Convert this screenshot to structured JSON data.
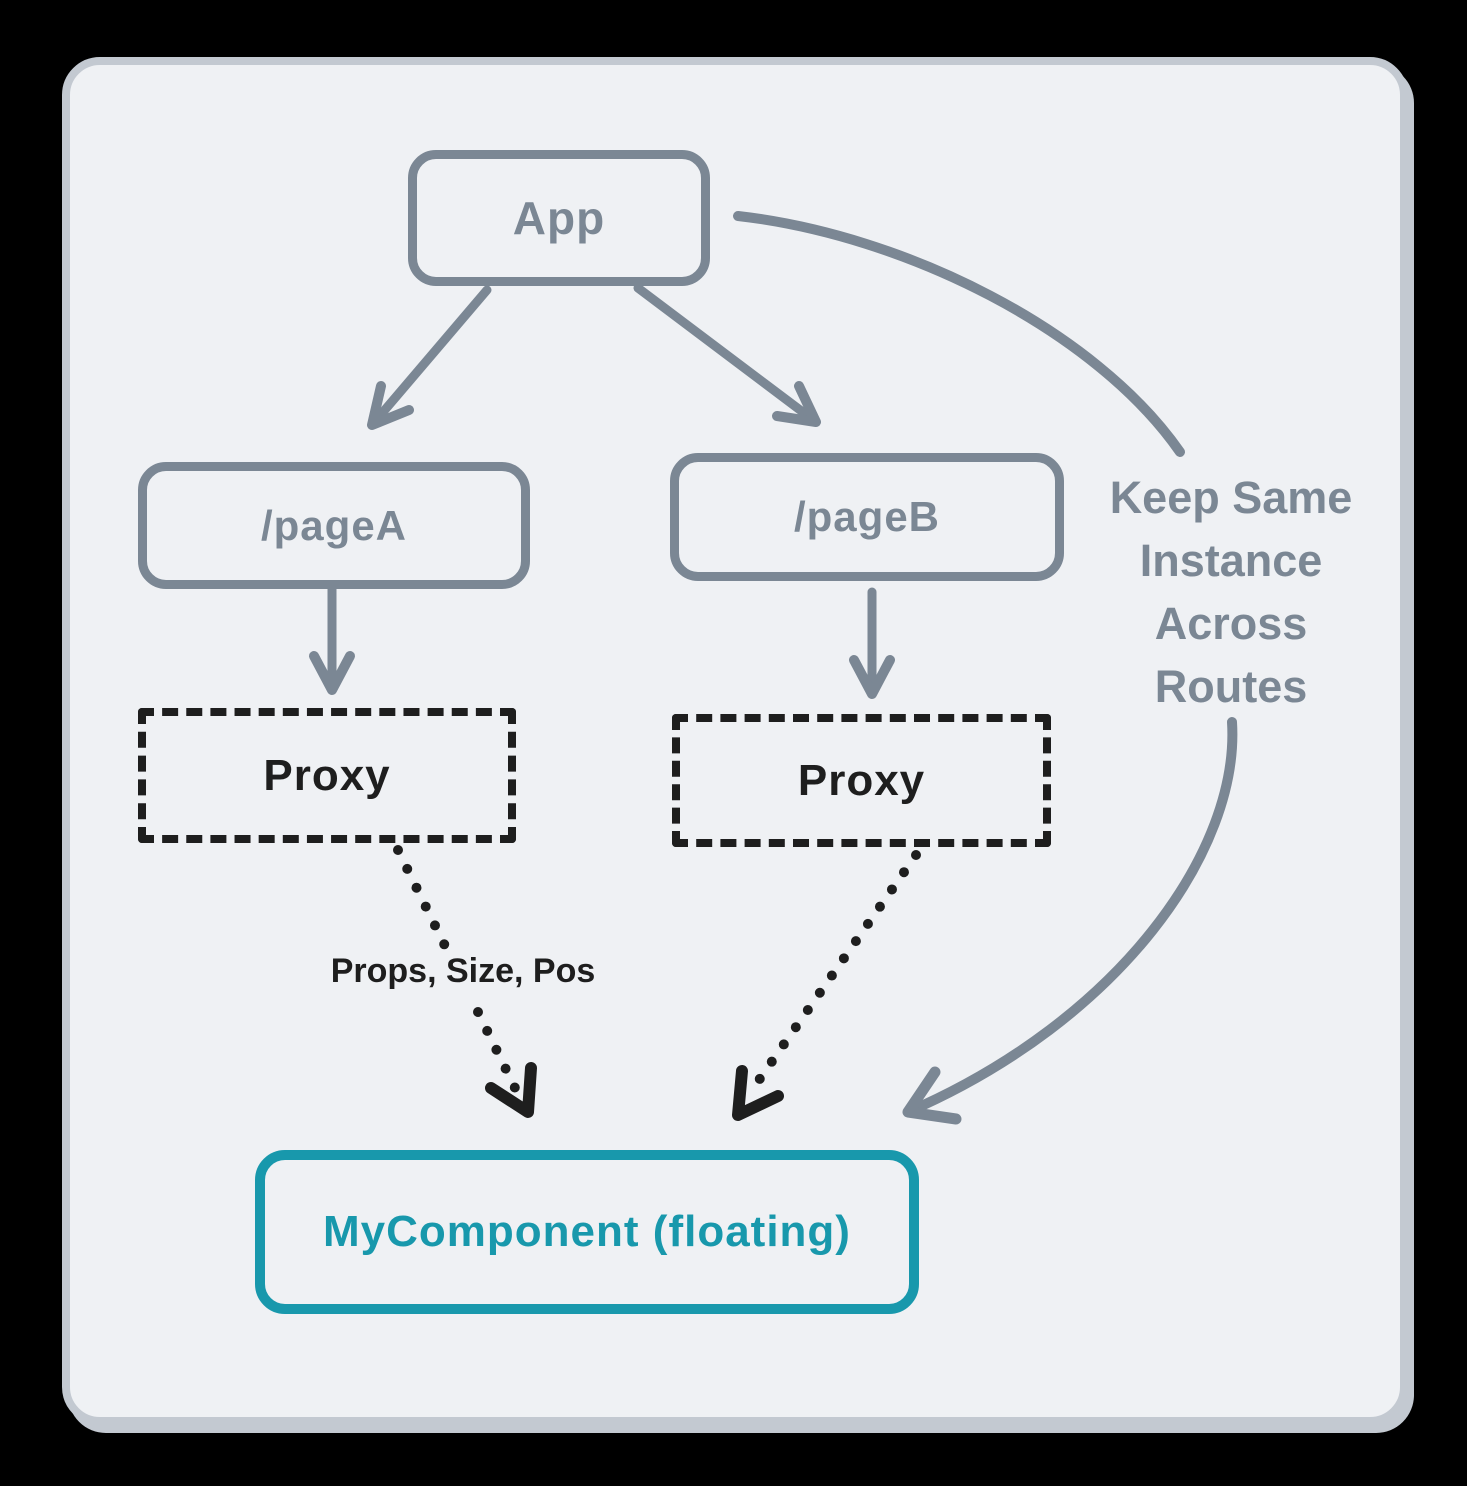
{
  "diagram": {
    "nodes": {
      "app": {
        "label": "App",
        "style": "solid-slate"
      },
      "page_a": {
        "label": "/pageA",
        "style": "solid-slate"
      },
      "page_b": {
        "label": "/pageB",
        "style": "solid-slate"
      },
      "proxy_a": {
        "label": "Proxy",
        "style": "dashed-black"
      },
      "proxy_b": {
        "label": "Proxy",
        "style": "dashed-black"
      },
      "my_component": {
        "label": "MyComponent (floating)",
        "style": "solid-teal"
      }
    },
    "edges": [
      {
        "from": "App",
        "to": "/pageA",
        "style": "solid-arrow"
      },
      {
        "from": "App",
        "to": "/pageB",
        "style": "solid-arrow"
      },
      {
        "from": "/pageA",
        "to": "Proxy (left)",
        "style": "solid-arrow"
      },
      {
        "from": "/pageB",
        "to": "Proxy (right)",
        "style": "solid-arrow"
      },
      {
        "from": "Proxy (left)",
        "to": "MyComponent (floating)",
        "style": "dotted-arrow",
        "label": "Props, Size, Pos"
      },
      {
        "from": "Proxy (right)",
        "to": "MyComponent (floating)",
        "style": "dotted-arrow"
      },
      {
        "from": "App",
        "to": "MyComponent (floating)",
        "style": "curved-arrow",
        "label": "Keep Same Instance Across Routes"
      }
    ],
    "labels": {
      "props": "Props, Size, Pos",
      "keep_lines": [
        "Keep Same",
        "Instance",
        "Across",
        "Routes"
      ]
    },
    "colors": {
      "slate": "#7b8794",
      "ink": "#1e1e1e",
      "teal": "#1898ac",
      "card_background": "#eff1f4",
      "card_border": "#c3c9d1"
    }
  }
}
